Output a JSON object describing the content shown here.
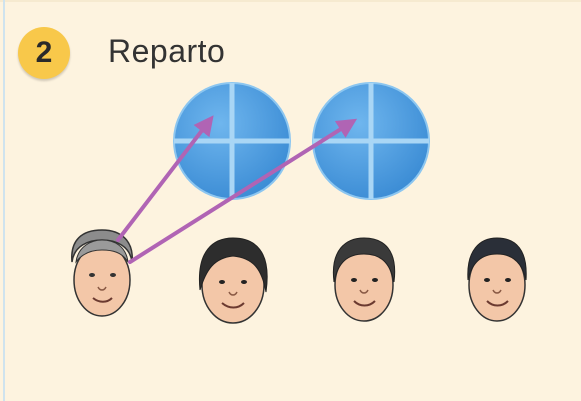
{
  "header": {
    "step_number": "2",
    "title": "Reparto"
  },
  "diagram": {
    "objects": [
      {
        "name": "pie-1",
        "slices": 4,
        "color": "#4a9ee0"
      },
      {
        "name": "pie-2",
        "slices": 4,
        "color": "#4a9ee0"
      }
    ],
    "people": [
      {
        "name": "person-1",
        "hair": "gray"
      },
      {
        "name": "person-2",
        "hair": "dark"
      },
      {
        "name": "person-3",
        "hair": "dark"
      },
      {
        "name": "person-4",
        "hair": "dark"
      }
    ],
    "arrows": [
      {
        "from": "person-1",
        "to": "pie-1",
        "color": "#b064b4"
      },
      {
        "from": "person-1",
        "to": "pie-2",
        "color": "#b064b4"
      }
    ]
  },
  "colors": {
    "background": "#fdf3df",
    "badge": "#f8c84a",
    "pie": "#4a9ee0",
    "arrow": "#b064b4"
  }
}
